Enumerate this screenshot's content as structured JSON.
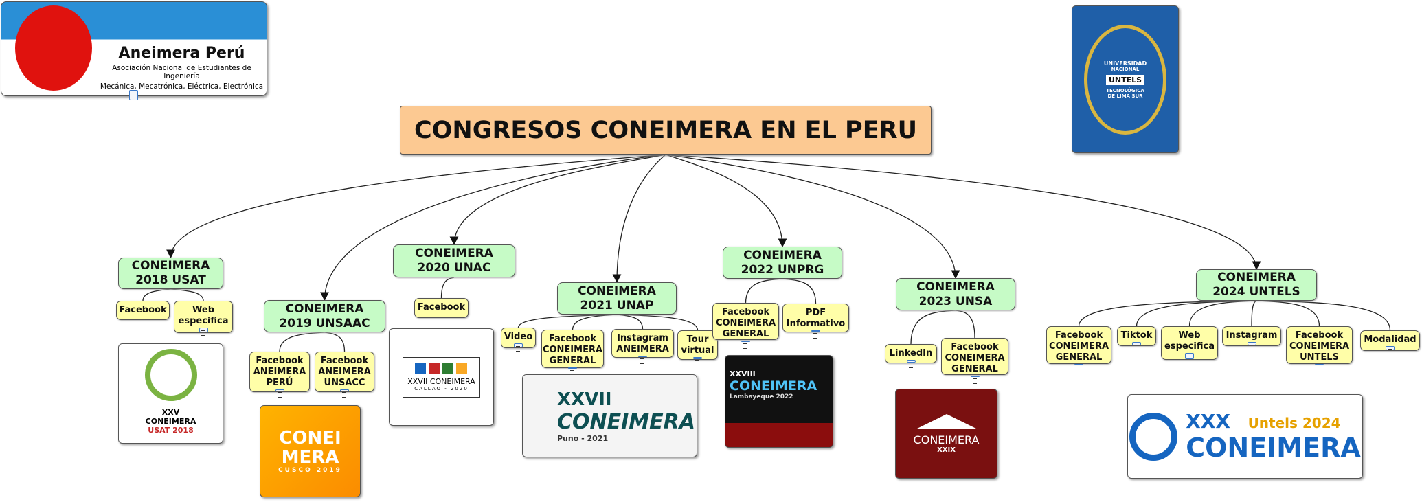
{
  "title": "CONGRESOS CONEIMERA EN EL PERU",
  "logo": {
    "name": "Aneimera Perú",
    "line1": "Asociación Nacional de Estudiantes de Ingeniería",
    "line2": "Mecánica, Mecatrónica, Eléctrica, Electrónica"
  },
  "crest": {
    "top": "UNIVERSIDAD",
    "left": "NACIONAL",
    "right": "DE LIMA SUR",
    "bottom": "TECNOLÓGICA",
    "center": "UNTELS"
  },
  "topics": [
    {
      "label": "CONEIMERA 2018 USAT",
      "leaves": [
        "Facebook",
        "Web especifica"
      ],
      "image": [
        "XXV",
        "CONEIMERA",
        "USAT 2018"
      ]
    },
    {
      "label": "CONEIMERA 2019 UNSAAC",
      "leaves": [
        "Facebook ANEIMERA PERÚ",
        "Facebook ANEIMERA UNSACC"
      ],
      "image": [
        "CONEI",
        "MERA",
        "CUSCO 2019"
      ]
    },
    {
      "label": "CONEIMERA 2020 UNAC",
      "leaves": [
        "Facebook"
      ],
      "image": [
        "XXVII CONEIMERA",
        "CALLAO - 2020"
      ]
    },
    {
      "label": "CONEIMERA 2021 UNAP",
      "leaves": [
        "Video",
        "Facebook CONEIMERA GENERAL",
        "Instagram ANEIMERA",
        "Tour virtual"
      ],
      "image": [
        "XXVII",
        "CONEIMERA",
        "Puno - 2021"
      ]
    },
    {
      "label": "CONEIMERA 2022 UNPRG",
      "leaves": [
        "Facebook CONEIMERA GENERAL",
        "PDF Informativo"
      ],
      "image": [
        "XXVIII",
        "CONEIMERA",
        "Lambayeque 2022"
      ]
    },
    {
      "label": "CONEIMERA 2023 UNSA",
      "leaves": [
        "LinkedIn",
        "Facebook CONEIMERA GENERAL"
      ],
      "image": [
        "CONEIMERA",
        "XXIX"
      ]
    },
    {
      "label": "CONEIMERA 2024 UNTELS",
      "leaves": [
        "Facebook CONEIMERA GENERAL",
        "Tiktok",
        "Web especifica",
        "Instagram",
        "Facebook CONEIMERA UNTELS",
        "Modalidad"
      ],
      "image": [
        "XXX",
        "Untels 2024",
        "CONEIMERA"
      ]
    }
  ]
}
